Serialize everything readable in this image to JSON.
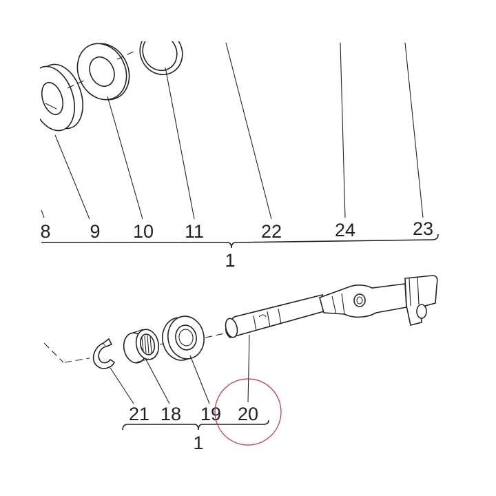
{
  "diagram": {
    "upper_group": {
      "labels": [
        "8",
        "9",
        "10",
        "11",
        "22",
        "24",
        "23"
      ],
      "assembly_label": "1"
    },
    "lower_group": {
      "labels": [
        "21",
        "18",
        "19",
        "20"
      ],
      "assembly_label": "1"
    },
    "highlight_color": "#c0304a"
  }
}
